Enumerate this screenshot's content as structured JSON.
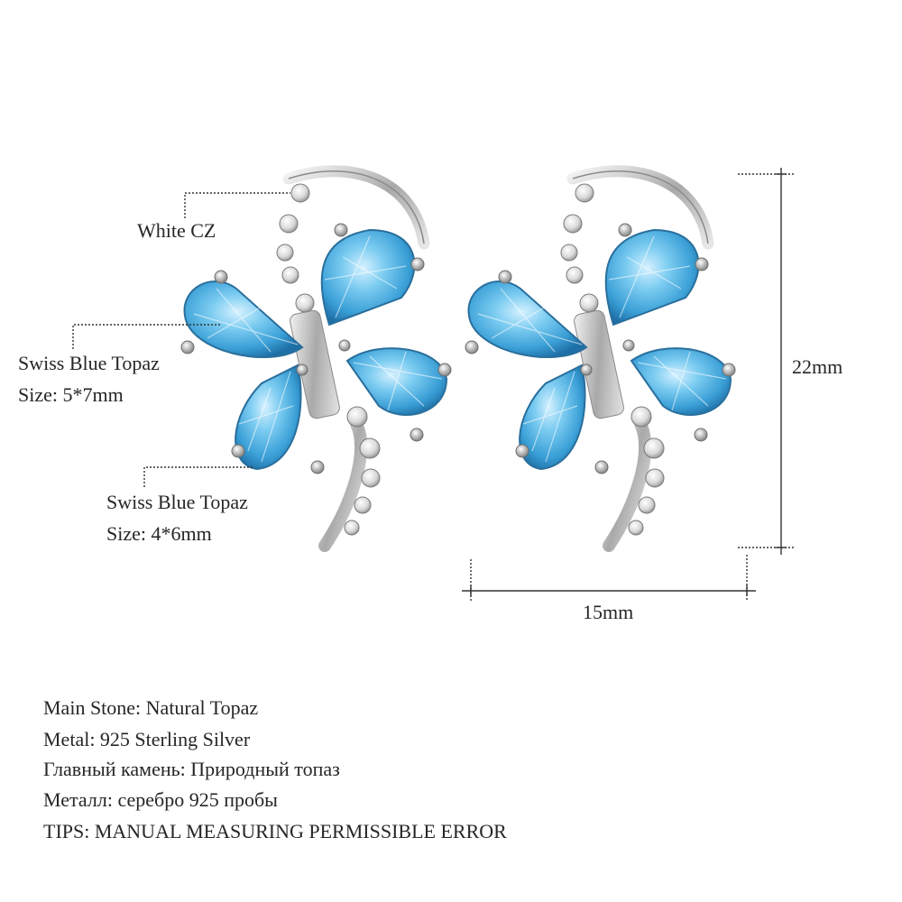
{
  "callouts": {
    "white_cz": "White CZ",
    "topaz_large_name": "Swiss Blue Topaz",
    "topaz_large_size": "Size: 5*7mm",
    "topaz_small_name": "Swiss Blue Topaz",
    "topaz_small_size": "Size: 4*6mm"
  },
  "dimensions": {
    "height": "22mm",
    "width": "15mm"
  },
  "specs": [
    "Main Stone: Natural Topaz",
    "Metal: 925 Sterling Silver",
    "Главный камень: Природный топаз",
    "Металл: серебро 925 пробы",
    "TIPS: MANUAL MEASURING PERMISSIBLE ERROR"
  ],
  "colors": {
    "topaz": "#6cc3ea",
    "topaz_dark": "#2f8fc4",
    "silver": "#c8c8c8",
    "line": "#333333"
  }
}
